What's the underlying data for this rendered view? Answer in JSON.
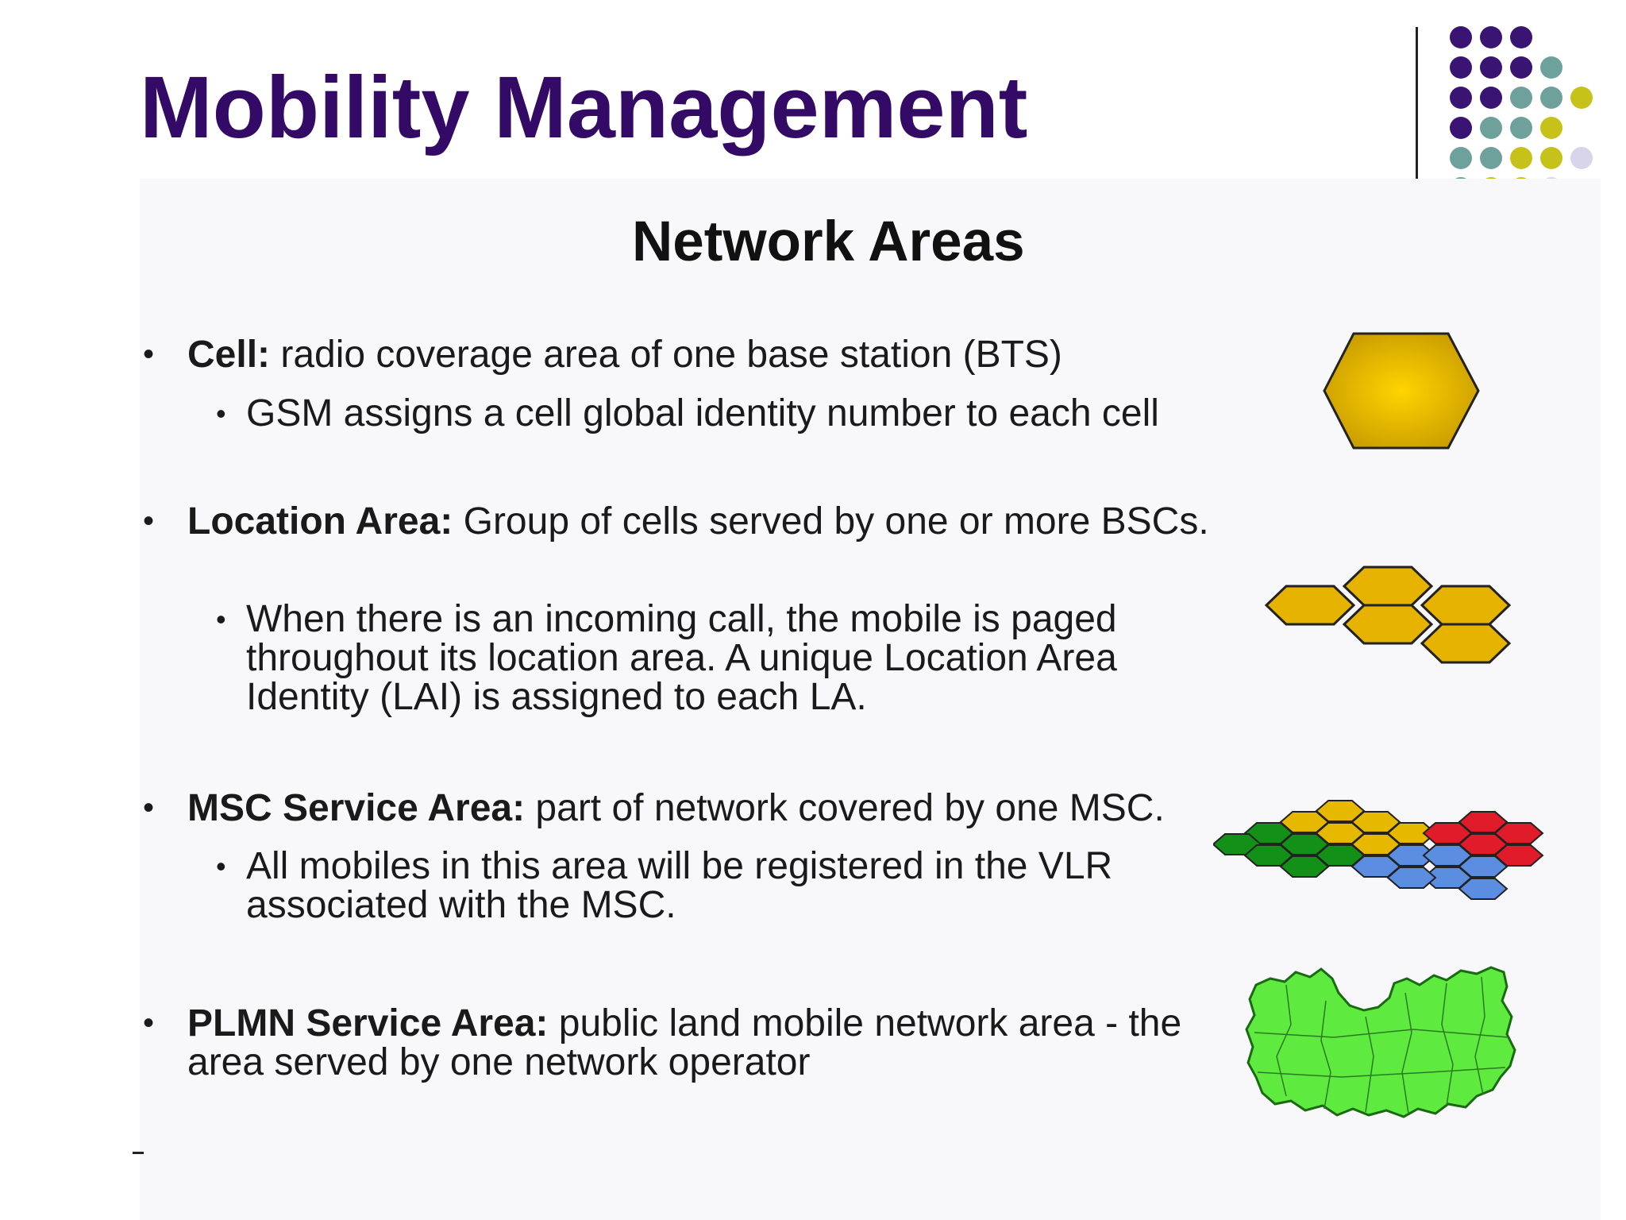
{
  "slide": {
    "title": "Mobility Management",
    "subtitle": "Network Areas"
  },
  "theme": {
    "title_color": "#330a66",
    "dot_colors": {
      "purple": "#3a1473",
      "teal": "#6fa19c",
      "olive": "#c6c21a",
      "lavender": "#d8d4ea"
    }
  },
  "areas": [
    {
      "term": "Cell:",
      "description": " radio coverage area of one base station (BTS)",
      "sub": "GSM assigns a cell global identity number to each cell",
      "illustration": "single-hexagon-icon"
    },
    {
      "term": "Location Area:",
      "description": " Group of cells served by one or more BSCs.",
      "sub": "When there is an incoming call, the mobile is paged throughout its location area. A unique Location Area Identity (LAI) is assigned to each LA.",
      "illustration": "hexagon-cluster-icon"
    },
    {
      "term": "MSC Service Area:",
      "description": " part of network covered by one MSC.",
      "sub": "All mobiles in this area will be registered in the VLR associated with the MSC.",
      "illustration": "multicolor-hexagon-grid-icon"
    },
    {
      "term": "PLMN Service Area:",
      "description": " public land mobile network area - the area served by one network operator",
      "illustration": "green-country-map-icon"
    }
  ],
  "illustration_colors": {
    "cell_fill": "#e6b800",
    "red": "#e01b2a",
    "green": "#129018",
    "blue": "#5b8de0",
    "map_green": "#5fea3f"
  }
}
